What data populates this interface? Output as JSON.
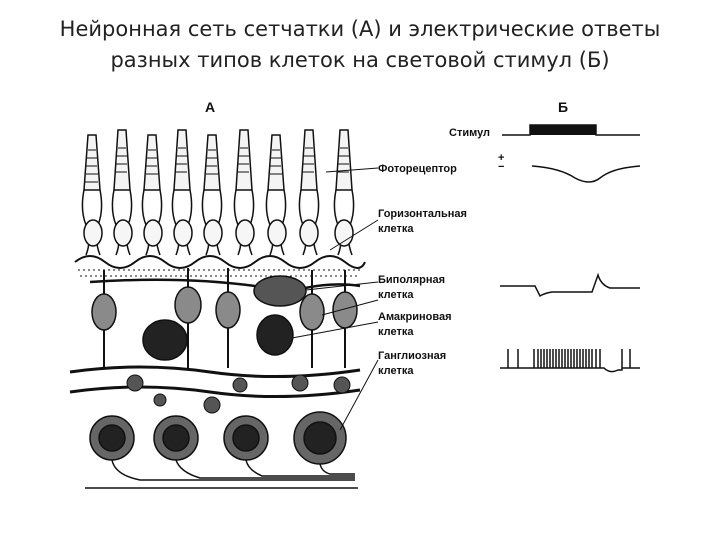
{
  "slide": {
    "title_line1": "Нейронная сеть сетчатки (А) и электрические ответы",
    "title_line2": "разных типов клеток на световой стимул (Б)"
  },
  "panels": {
    "a": "А",
    "b": "Б"
  },
  "labels": {
    "stimulus": "Стимул",
    "photoreceptor": "Фоторецептор",
    "horizontal_1": "Горизонтальная",
    "horizontal_2": "клетка",
    "bipolar_1": "Биполярная",
    "bipolar_2": "клетка",
    "amacrine_1": "Амакриновая",
    "amacrine_2": "клетка",
    "ganglion_1": "Ганглиозная",
    "ganglion_2": "клетка"
  },
  "polarity": {
    "plus": "+",
    "minus": "−"
  },
  "colors": {
    "ink": "#111111",
    "cell_fill": "#f2f2f2",
    "dark_nucleus": "#2a2a2a",
    "soma": "#8a8a8a"
  }
}
